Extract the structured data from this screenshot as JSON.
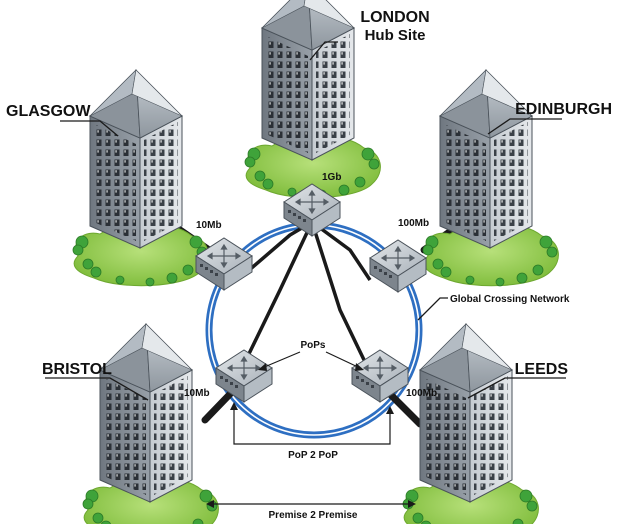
{
  "sites": [
    {
      "id": "london",
      "lines": [
        "LONDON",
        "Hub Site"
      ]
    },
    {
      "id": "glasgow",
      "lines": [
        "GLASGOW"
      ]
    },
    {
      "id": "edinburgh",
      "lines": [
        "EDINBURGH"
      ]
    },
    {
      "id": "bristol",
      "lines": [
        "BRISTOL"
      ]
    },
    {
      "id": "leeds",
      "lines": [
        "LEEDS"
      ]
    }
  ],
  "links": {
    "london": "1Gb",
    "glasgow": "10Mb",
    "edinburgh": "100Mb",
    "bristol": "10Mb",
    "leeds": "100Mb"
  },
  "annotations": {
    "network": "Global Crossing Network",
    "pops": "PoPs",
    "pop2pop": "PoP 2 PoP",
    "premise2premise": "Premise 2 Premise"
  },
  "icons": {
    "building": "building-icon",
    "switch": "network-switch-icon"
  },
  "colors": {
    "ring": "#2e6fc2",
    "link": "#1a1a1a",
    "grass": "#8cc63f",
    "building": "#9aa3ad"
  }
}
